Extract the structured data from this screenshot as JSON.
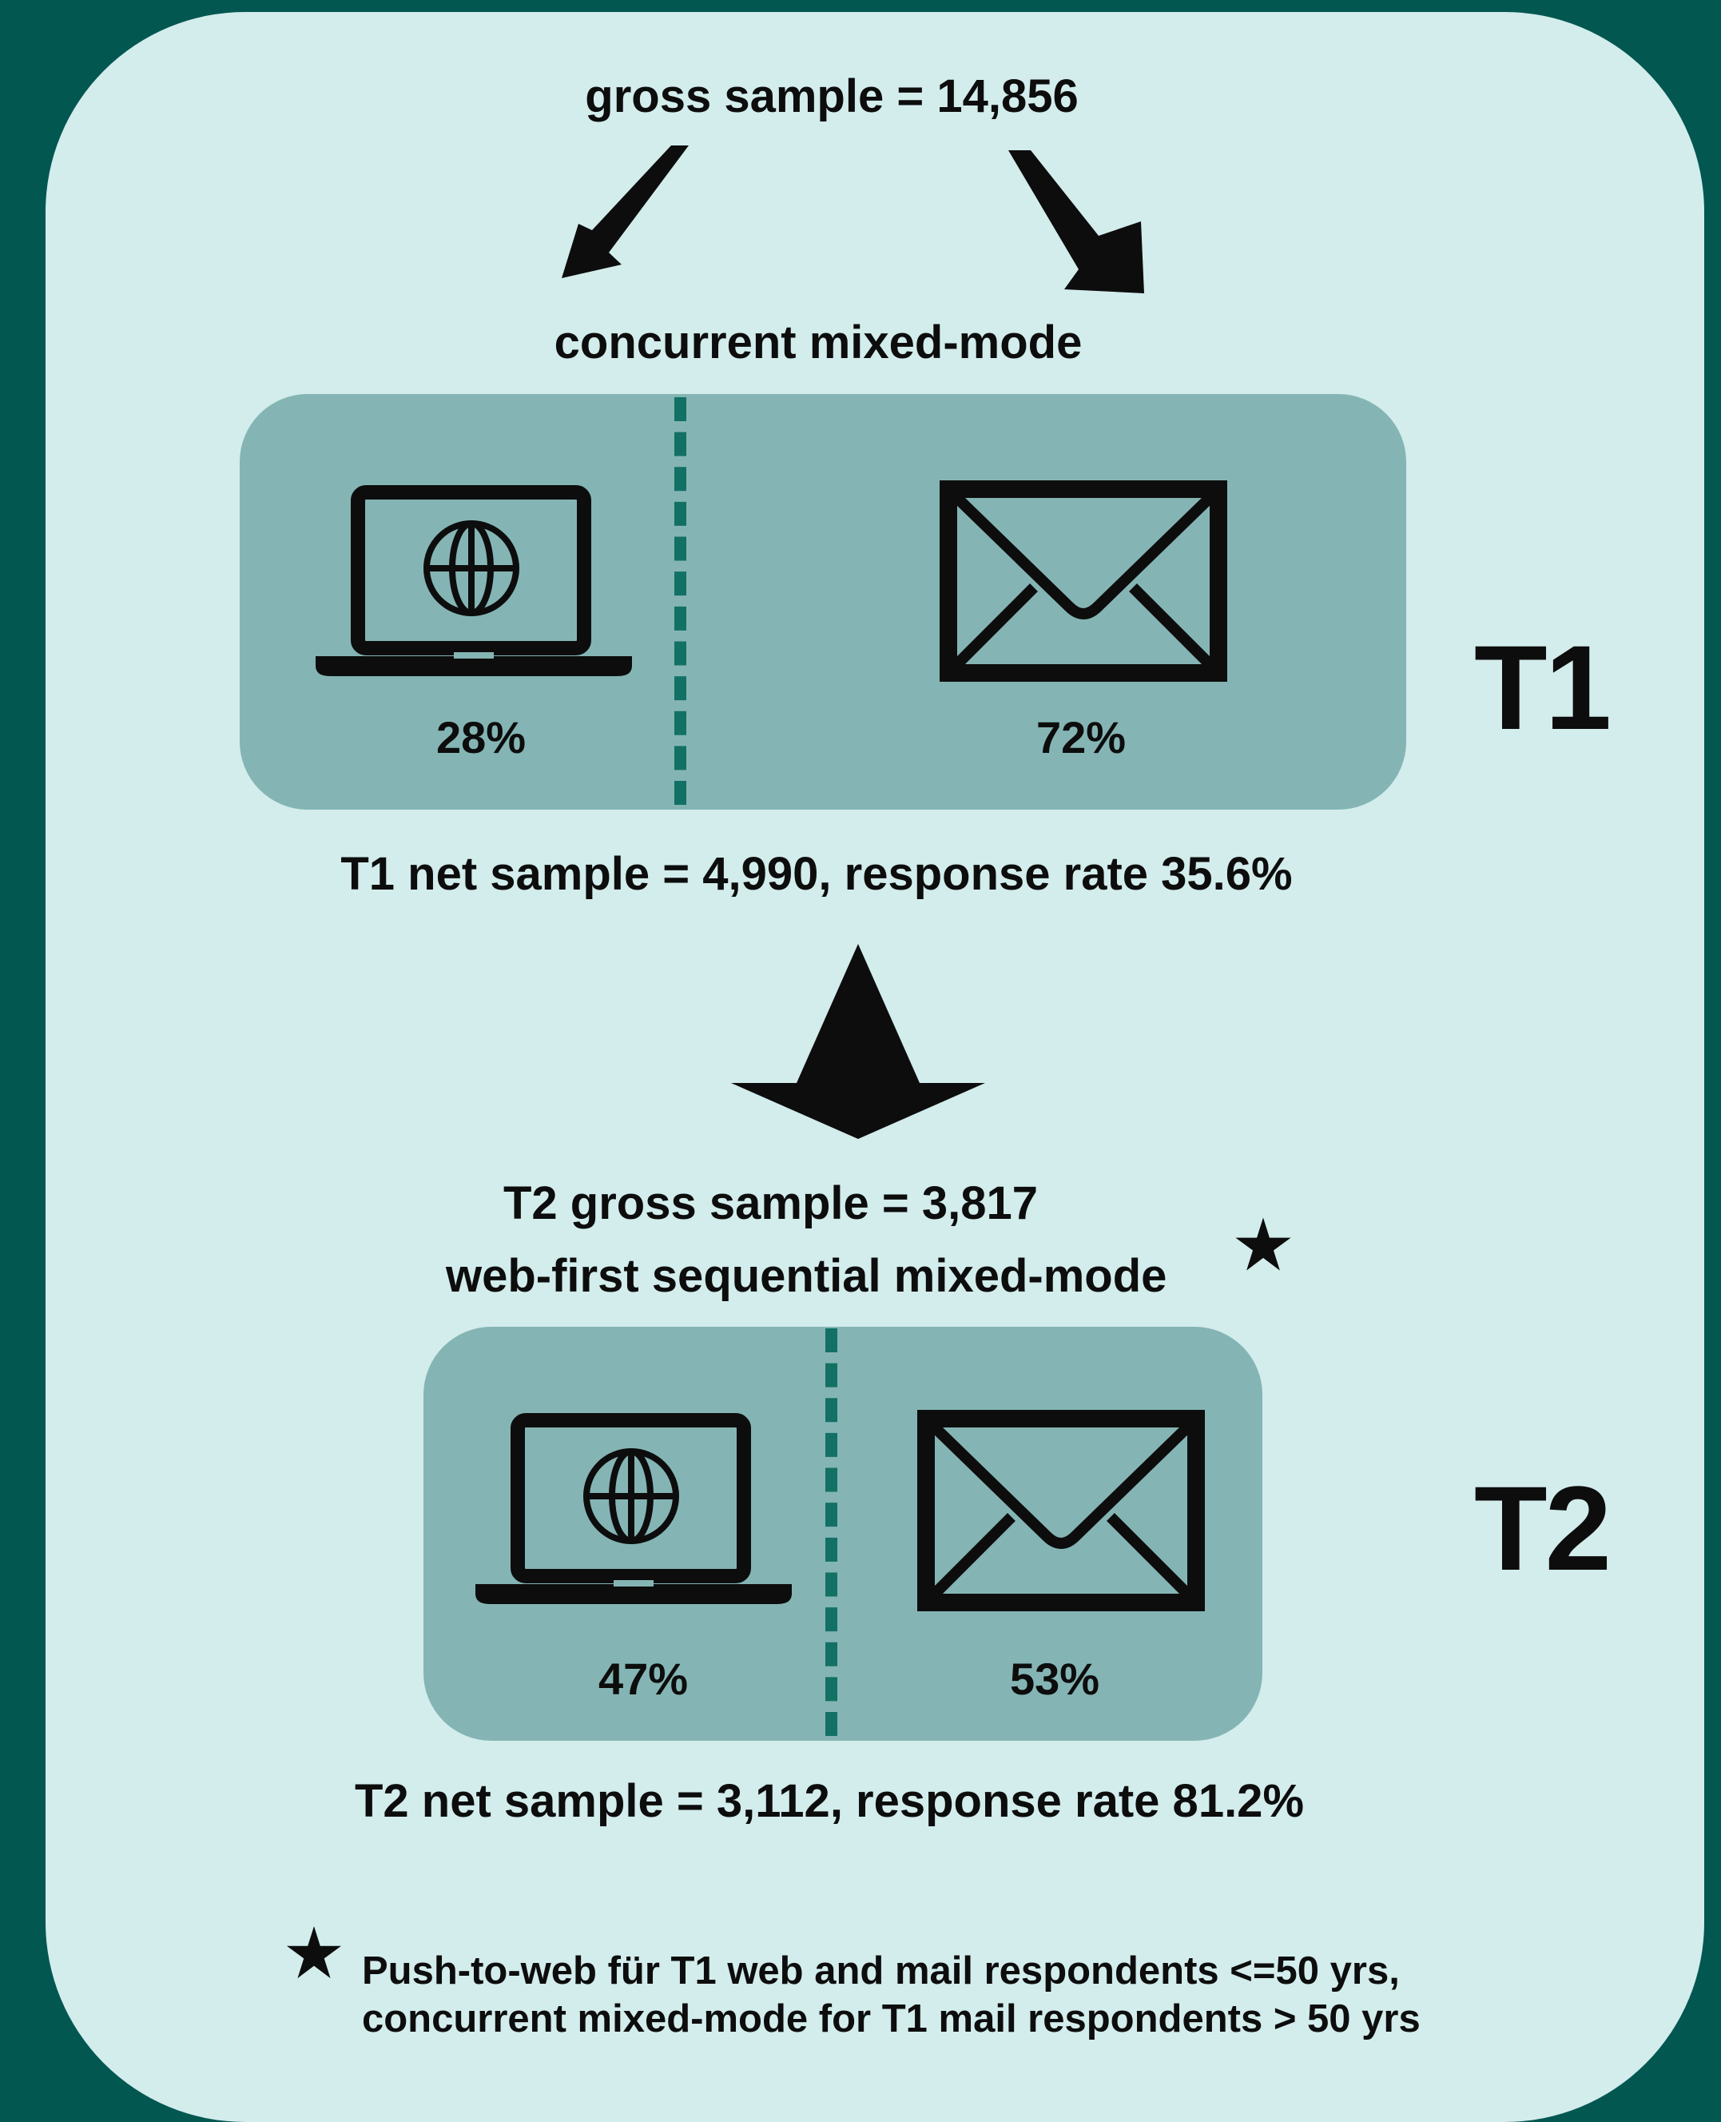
{
  "gross_sample": "gross sample = 14,856",
  "t1": {
    "mode_label": "concurrent mixed-mode",
    "label": "T1",
    "web_percent": "28%",
    "mail_percent": "72%",
    "net_sample": "T1 net sample = 4,990, response rate 35.6%"
  },
  "t2": {
    "gross_sample": "T2 gross sample = 3,817",
    "mode_label": "web-first sequential mixed-mode",
    "label": "T2",
    "web_percent": "47%",
    "mail_percent": "53%",
    "net_sample": "T2 net sample = 3,112, response rate 81.2%"
  },
  "footnote": {
    "line1": "Push-to-web für T1 web and mail respondents <=50 yrs,",
    "line2": "concurrent mixed-mode for T1 mail respondents > 50 yrs"
  },
  "icons": {
    "web": "laptop-globe-icon",
    "mail": "envelope-icon",
    "footnote_marker": "star-icon",
    "flow": "arrow-icon"
  },
  "colors": {
    "background": "#025751",
    "panel": "#d3ecec",
    "mode_box": "#84b5b4",
    "divider": "#137065",
    "ink": "#0d0d0d"
  }
}
